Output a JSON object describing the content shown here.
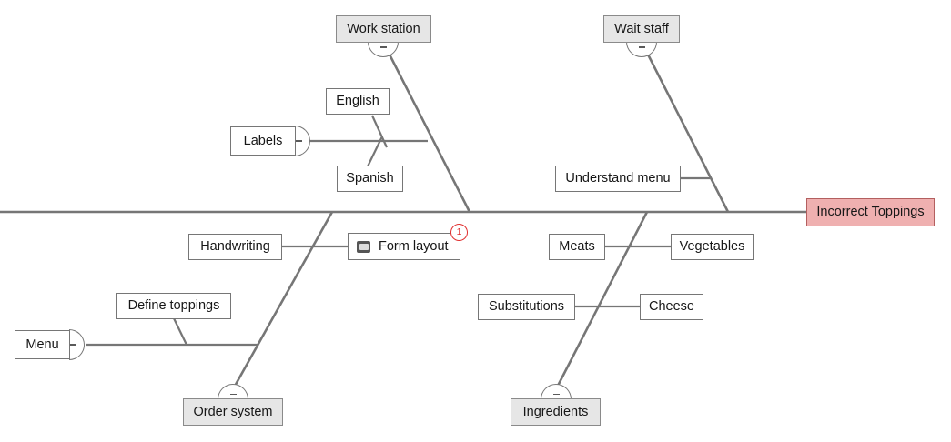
{
  "diagram": {
    "type": "fishbone-ishikawa",
    "effect": {
      "label": "Incorrect Toppings",
      "color": "#efb0b0",
      "border": "#b35f5f"
    },
    "spine_color": "#767676",
    "categories": [
      {
        "id": "work-station",
        "label": "Work station",
        "position": "upper-left",
        "collapse_handle": "minus",
        "causes": [
          {
            "label": "Labels",
            "collapse_handle": "minus"
          },
          {
            "label": "English"
          },
          {
            "label": "Spanish"
          }
        ]
      },
      {
        "id": "wait-staff",
        "label": "Wait staff",
        "position": "upper-right",
        "collapse_handle": "minus",
        "causes": [
          {
            "label": "Understand menu"
          }
        ]
      },
      {
        "id": "order-system",
        "label": "Order system",
        "position": "lower-left",
        "collapse_handle": "minus",
        "causes": [
          {
            "label": "Handwriting"
          },
          {
            "label": "Form layout",
            "icon": "note-icon",
            "badge": "1",
            "badge_color": "#e03030"
          }
        ]
      },
      {
        "id": "menu",
        "label": "Menu",
        "position": "lower-left-outer",
        "collapse_handle": "minus",
        "causes": [
          {
            "label": "Define toppings"
          }
        ]
      },
      {
        "id": "ingredients",
        "label": "Ingredients",
        "position": "lower-right",
        "collapse_handle": "minus",
        "causes": [
          {
            "label": "Meats"
          },
          {
            "label": "Vegetables"
          },
          {
            "label": "Substitutions"
          },
          {
            "label": "Cheese"
          }
        ]
      }
    ]
  },
  "nodes": {
    "work_station": "Work station",
    "wait_staff": "Wait staff",
    "english": "English",
    "spanish": "Spanish",
    "labels": "Labels",
    "understand_menu": "Understand menu",
    "handwriting": "Handwriting",
    "form_layout": "Form layout",
    "form_layout_badge": "1",
    "define_toppings": "Define toppings",
    "menu": "Menu",
    "order_system": "Order system",
    "meats": "Meats",
    "vegetables": "Vegetables",
    "substitutions": "Substitutions",
    "cheese": "Cheese",
    "ingredients": "Ingredients",
    "effect": "Incorrect Toppings"
  }
}
